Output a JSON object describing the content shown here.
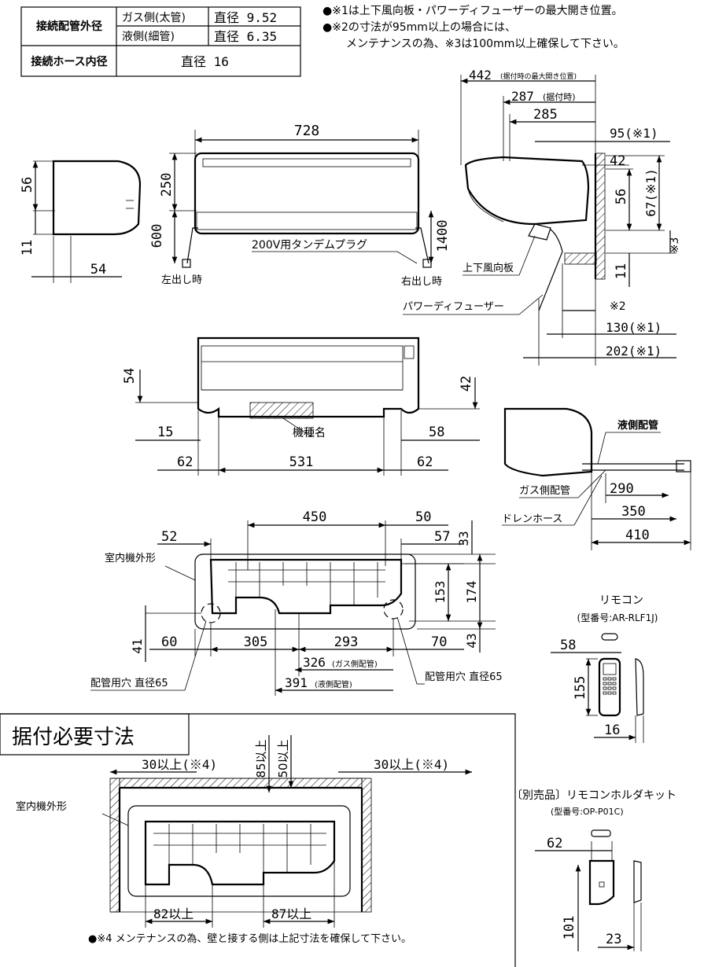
{
  "spec_table": {
    "connection_pipe_label": "接続配管外径",
    "gas_label": "ガス側(太管)",
    "gas_value": "直径 9.52",
    "liquid_label": "液側(細管)",
    "liquid_value": "直径 6.35",
    "hose_label": "接続ホース内径",
    "hose_value": "直径 16"
  },
  "notes": {
    "n1": "●※1は上下風向板・パワーディフューザーの最大開き位置。",
    "n2": "●※2の寸法が95mm以上の場合には、",
    "n3": "メンテナンスの為、※3は100mm以上確保して下さい。"
  },
  "front_view": {
    "w728": "728",
    "h250": "250",
    "h600": "600",
    "h1400": "1400",
    "plug": "200V用タンデムプラグ",
    "left_out": "左出し時",
    "right_out": "右出し時"
  },
  "side_left": {
    "d56": "56",
    "d11": "11",
    "d54": "54"
  },
  "side_right": {
    "d442": "442",
    "d442_note": "(据付時の最大開き位置)",
    "d287": "287",
    "d287_note": "(据付時)",
    "d285": "285",
    "d95": "95(※1)",
    "d42": "42",
    "d56": "56",
    "d67": "67(※1)",
    "s3": "※3",
    "d11": "11",
    "louver": "上下風向板",
    "diffuser": "パワーディフューザー",
    "s2": "※2",
    "d130": "130(※1)",
    "d202": "202(※1)"
  },
  "bottom_view": {
    "d54": "54",
    "d42": "42",
    "d15": "15",
    "d58": "58",
    "model": "機種名",
    "d62a": "62",
    "d531": "531",
    "d62b": "62"
  },
  "pipe_view": {
    "liquid": "液側配管",
    "gas": "ガス側配管",
    "drain": "ドレンホース",
    "d290": "290",
    "d350": "350",
    "d410": "410"
  },
  "mount_plate": {
    "d450": "450",
    "d50": "50",
    "d52": "52",
    "d57": "57",
    "d33": "33",
    "outline": "室内機外形",
    "d153": "153",
    "d174": "174",
    "d41": "41",
    "d60": "60",
    "d305": "305",
    "d293": "293",
    "d70": "70",
    "d43": "43",
    "d326": "326",
    "d326_note": "(ガス側配管)",
    "d391": "391",
    "d391_note": "(液側配管)",
    "hole_left": "配管用穴 直径65",
    "hole_right": "配管用穴 直径65"
  },
  "remote": {
    "title": "リモコン",
    "model": "(型番号:AR-RLF1J)",
    "d58": "58",
    "d155": "155",
    "d16": "16"
  },
  "install": {
    "title": "据付必要寸法",
    "left_clear": "30以上(※4)",
    "right_clear": "30以上(※4)",
    "top85": "85以上",
    "top50": "50以上",
    "outline": "室内機外形",
    "d82": "82以上",
    "d87": "87以上",
    "note4": "●※4 メンテナンスの為、壁と接する側は上記寸法を確保して下さい。"
  },
  "holder": {
    "title": "〔別売品〕リモコンホルダキット",
    "model": "(型番号:OP-P01C)",
    "d62": "62",
    "d101": "101",
    "d23": "23"
  }
}
